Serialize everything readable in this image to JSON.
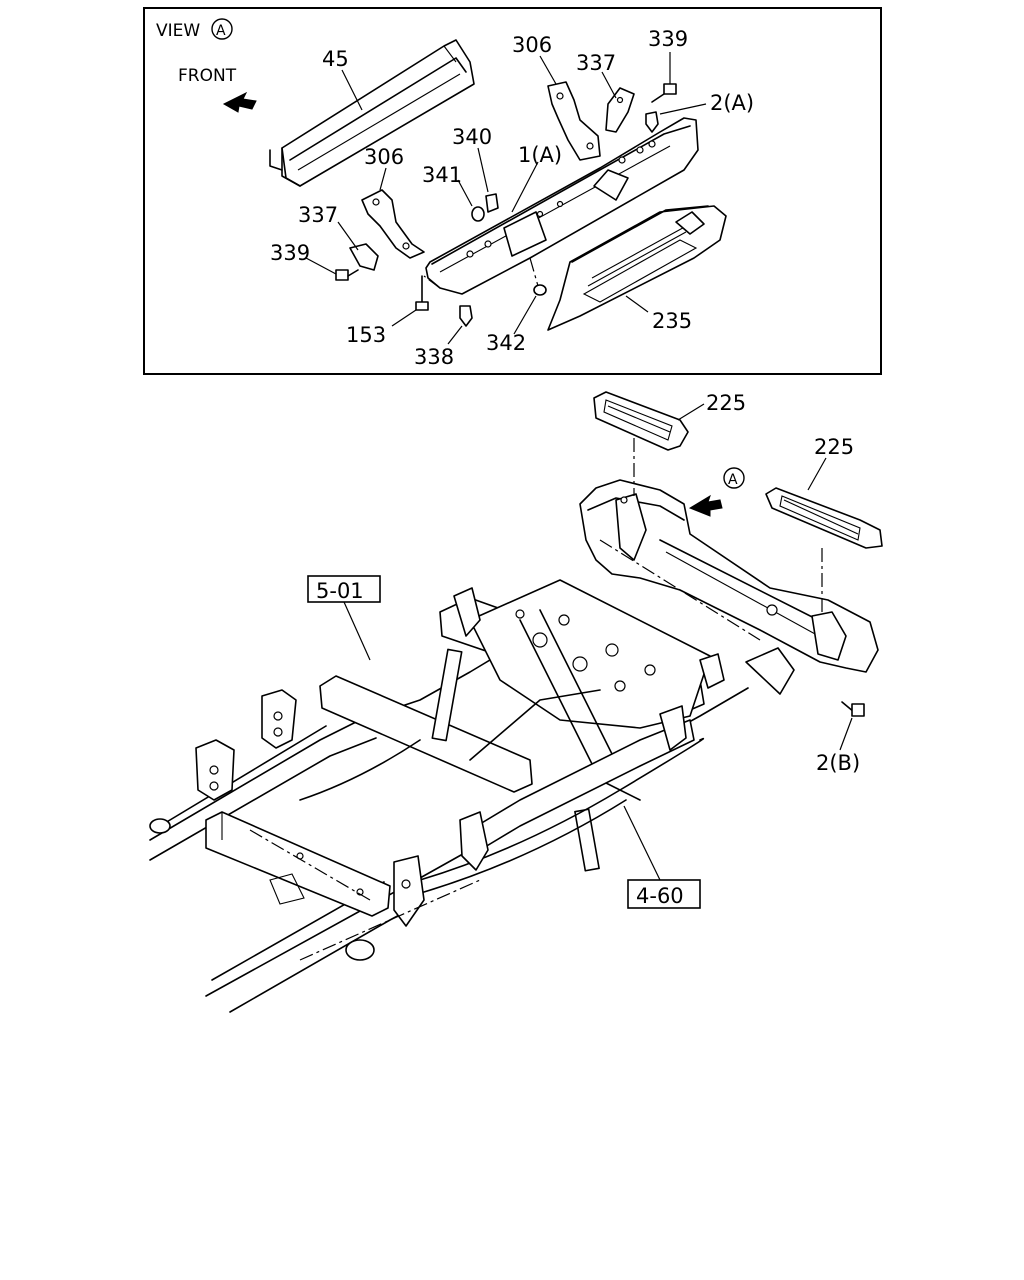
{
  "view_box": {
    "title": "VIEW",
    "title_circle": "A",
    "front_label": "FRONT"
  },
  "labels": {
    "p45": "45",
    "p306_top": "306",
    "p337_top": "337",
    "p339_top": "339",
    "p2a": "2(A)",
    "p340": "340",
    "p1a": "1(A)",
    "p306_left": "306",
    "p341": "341",
    "p337_left": "337",
    "p339_left": "339",
    "p153": "153",
    "p338": "338",
    "p342": "342",
    "p235": "235",
    "p225_top": "225",
    "p225_right": "225",
    "view_a_marker": "A",
    "ref_5_01": "5-01",
    "p2b": "2(B)",
    "ref_4_60": "4-60"
  },
  "icons": {
    "front_arrow": "arrow-left-up-icon",
    "view_arrow": "arrow-left-icon"
  }
}
